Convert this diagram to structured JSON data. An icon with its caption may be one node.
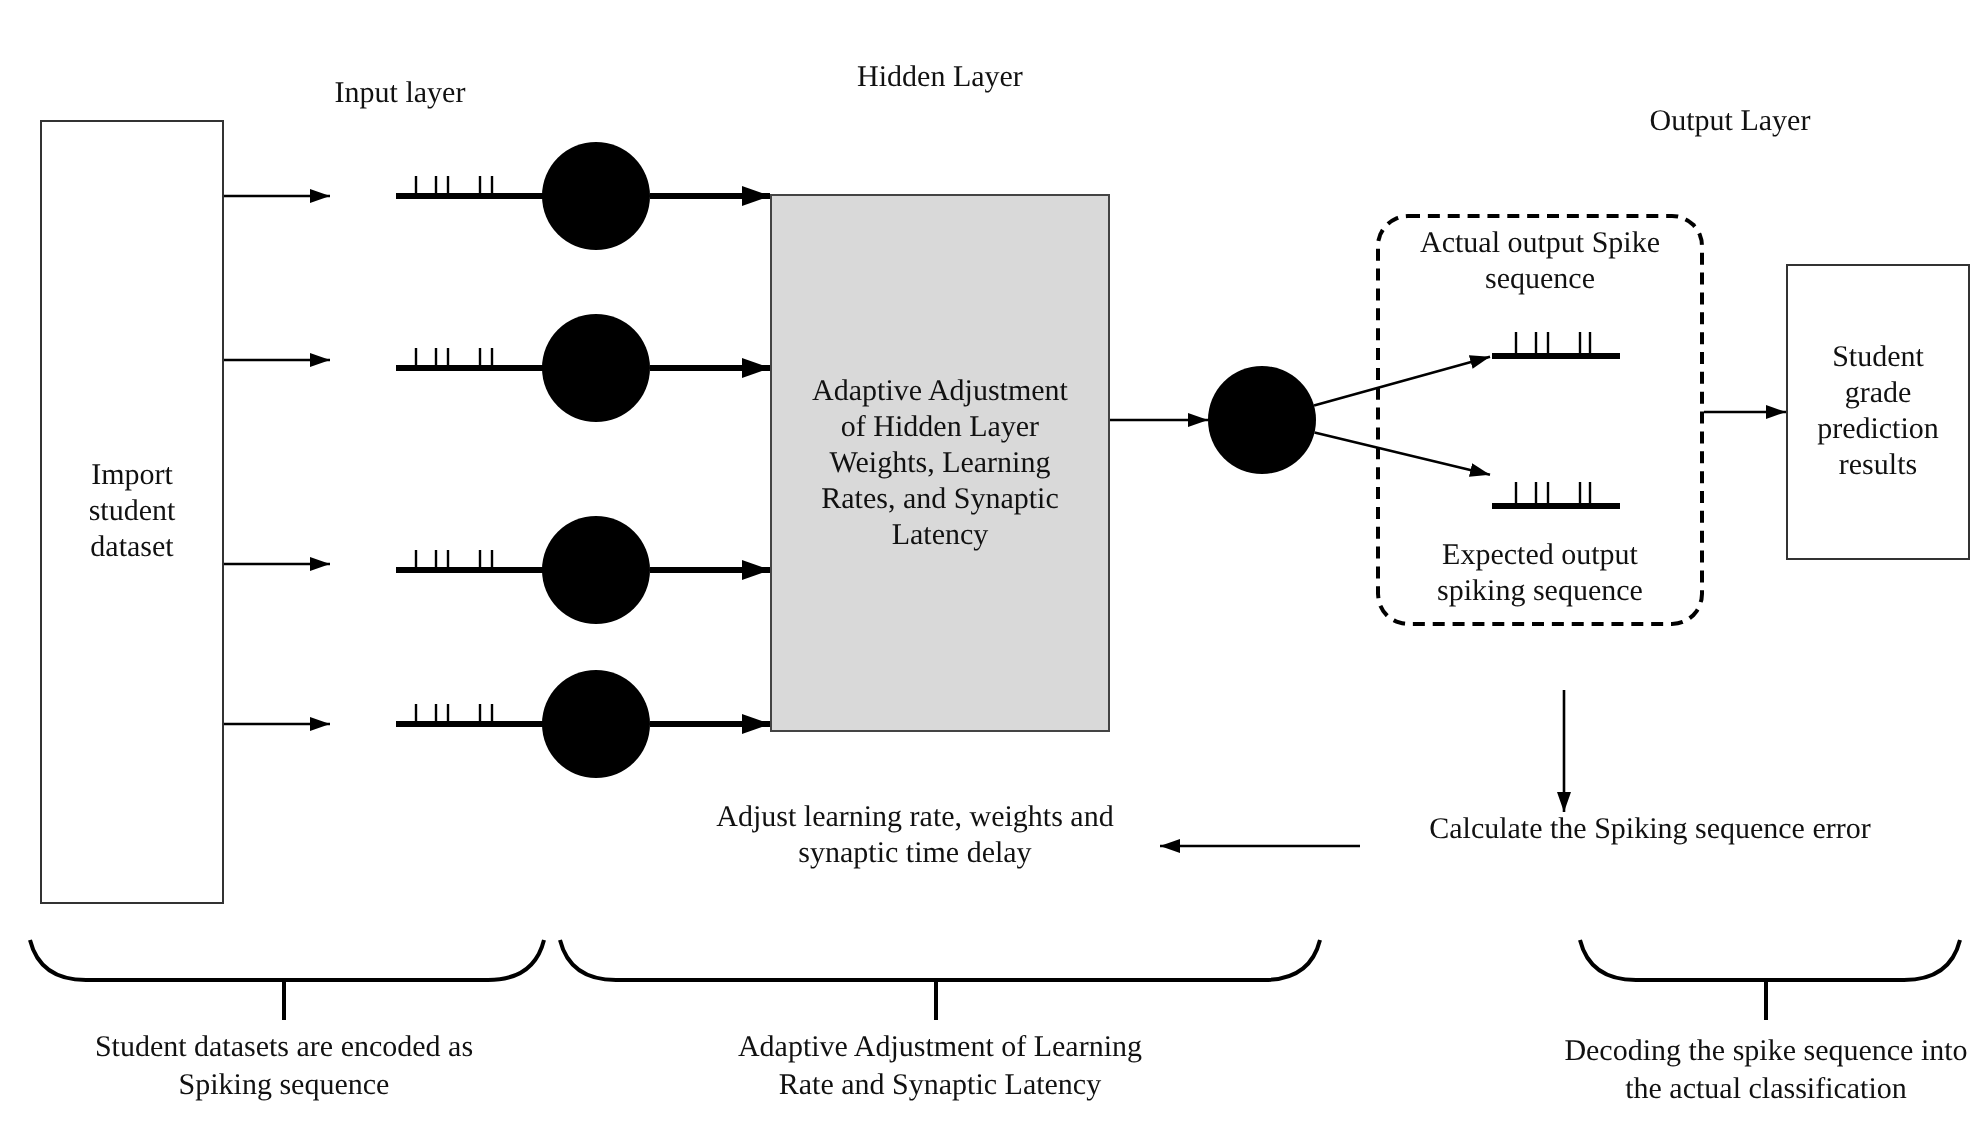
{
  "diagram": {
    "nodes": [
      {
        "text": [
          "Import student dataset"
        ]
      },
      {
        "text": [],
        "shape": "circle"
      },
      {
        "text": [],
        "shape": "circle"
      },
      {
        "text": [],
        "shape": "circle"
      },
      {
        "text": [],
        "shape": "circle"
      },
      {
        "text": [
          "Adaptive Adjustment of Hidden Layer Weights, Learning Rates, and Synaptic Latency"
        ]
      },
      {
        "text": [],
        "shape": "circle"
      },
      {
        "text": [
          "Actual output Spike sequence",
          "Expected output spiking sequence"
        ]
      },
      {
        "text": [],
        "shape": "bar",
        "in": 7
      },
      {
        "text": [],
        "shape": "bar",
        "in": 7
      },
      {
        "text": [
          "Student grade prediction results"
        ]
      },
      {
        "text": [
          "Calculate the Spiking sequence error"
        ]
      },
      {
        "text": [
          "Adjust learning rate, weights and synaptic time delay"
        ]
      }
    ],
    "edges": [
      {
        "from": 0,
        "to": null,
        "arrow": "to"
      },
      {
        "from": 0,
        "to": null,
        "arrow": "to"
      },
      {
        "from": 0,
        "to": null,
        "arrow": "to"
      },
      {
        "from": 0,
        "to": null,
        "arrow": "to"
      },
      {
        "from": 1,
        "to": 5,
        "arrow": "to",
        "style": "thick"
      },
      {
        "from": 2,
        "to": 5,
        "arrow": "to",
        "style": "thick"
      },
      {
        "from": 3,
        "to": 5,
        "arrow": "to",
        "style": "thick"
      },
      {
        "from": 4,
        "to": 5,
        "arrow": "to",
        "style": "thick"
      },
      {
        "from": 5,
        "to": 6,
        "arrow": "to"
      },
      {
        "from": 6,
        "to": 8,
        "arrow": "to"
      },
      {
        "from": 6,
        "to": 9,
        "arrow": "to"
      },
      {
        "from": 7,
        "to": 10,
        "arrow": "to"
      },
      {
        "from": null,
        "to": 11,
        "arrow": "to"
      },
      {
        "from": 11,
        "to": 12,
        "arrow": "to"
      }
    ],
    "labels": [
      "Input layer",
      "Hidden Layer",
      "Output Layer",
      "Student datasets are encoded as Spiking sequence",
      "Adaptive Adjustment of Learning Rate and Synaptic Latency",
      "Decoding the spike sequence into the actual classification"
    ]
  }
}
